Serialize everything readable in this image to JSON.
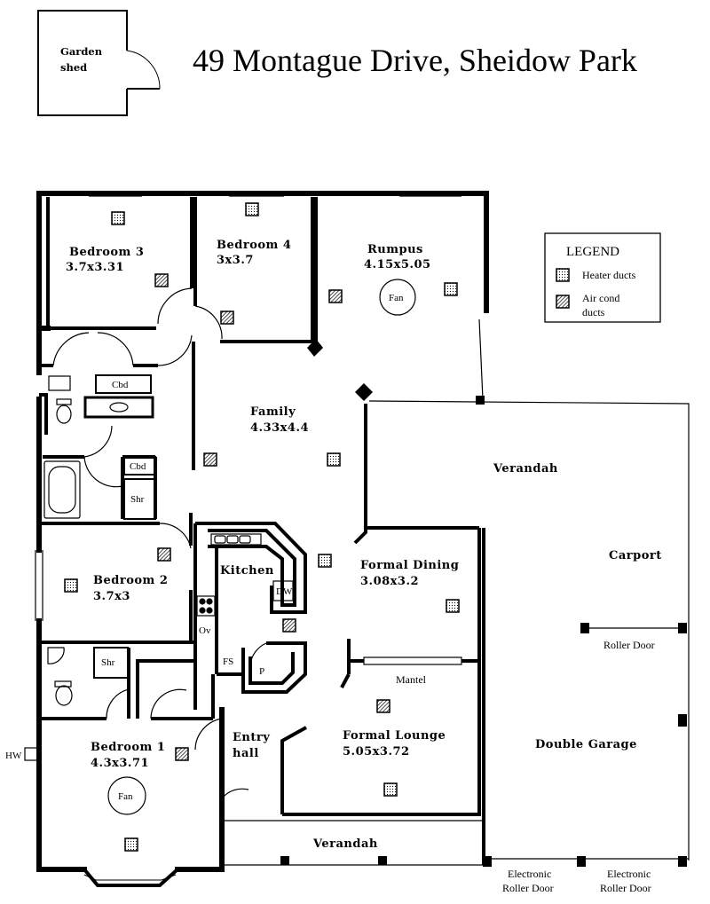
{
  "title": "49 Montague Drive, Sheidow Park",
  "legend": {
    "heading": "LEGEND",
    "heater": "Heater ducts",
    "aircon_line1": "Air cond",
    "aircon_line2": "ducts"
  },
  "rooms": {
    "garden_shed": [
      "Garden",
      "shed"
    ],
    "bedroom3": [
      "Bedroom 3",
      "3.7x3.31"
    ],
    "bedroom4": [
      "Bedroom 4",
      "3x3.7"
    ],
    "rumpus": [
      "Rumpus",
      "4.15x5.05"
    ],
    "family": [
      "Family",
      "4.33x4.4"
    ],
    "bedroom2": [
      "Bedroom 2",
      "3.7x3"
    ],
    "kitchen": "Kitchen",
    "formal_dining": [
      "Formal Dining",
      "3.08x3.2"
    ],
    "formal_lounge": [
      "Formal Lounge",
      "5.05x3.72"
    ],
    "bedroom1": [
      "Bedroom 1",
      "4.3x3.71"
    ],
    "entry_hall": [
      "Entry",
      "hall"
    ],
    "verandah_side": "Verandah",
    "verandah_front": "Verandah",
    "carport": "Carport",
    "double_garage": "Double Garage"
  },
  "fixtures": {
    "cbd_top": "Cbd",
    "cbd_mid": "Cbd",
    "shr_top": "Shr",
    "shr_bottom": "Shr",
    "fan_rumpus": "Fan",
    "fan_bed1": "Fan",
    "dw": "DW",
    "ov": "Ov",
    "fs": "FS",
    "p": "P",
    "mantel": "Mantel",
    "hw": "HW",
    "roller_door": "Roller Door",
    "electronic_1": [
      "Electronic",
      "Roller Door"
    ],
    "electronic_2": [
      "Electronic",
      "Roller Door"
    ]
  }
}
